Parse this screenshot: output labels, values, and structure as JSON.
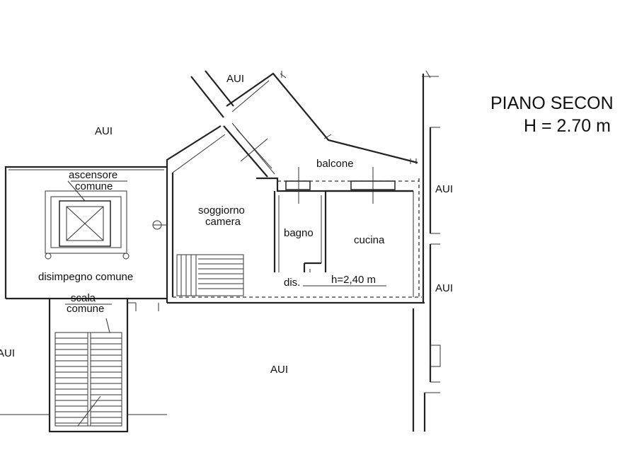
{
  "title": {
    "line1": "PIANO SECON",
    "line2": "H = 2.70 m"
  },
  "labels": {
    "aui_top": "AUI",
    "aui_left_top": "AUI",
    "aui_right_top": "AUI",
    "aui_right_mid": "AUI",
    "aui_left_bottom": "AUI",
    "aui_bottom": "AUI",
    "balcone": "balcone",
    "soggiorno": "soggiorno",
    "camera": "camera",
    "bagno": "bagno",
    "cucina": "cucina",
    "dis": "dis.",
    "h_local": "h=2,40 m",
    "ascensore": "ascensore",
    "ascensore_comune": "comune",
    "disimpegno": "disimpegno comune",
    "scala": "scala",
    "scala_comune": "comune"
  }
}
